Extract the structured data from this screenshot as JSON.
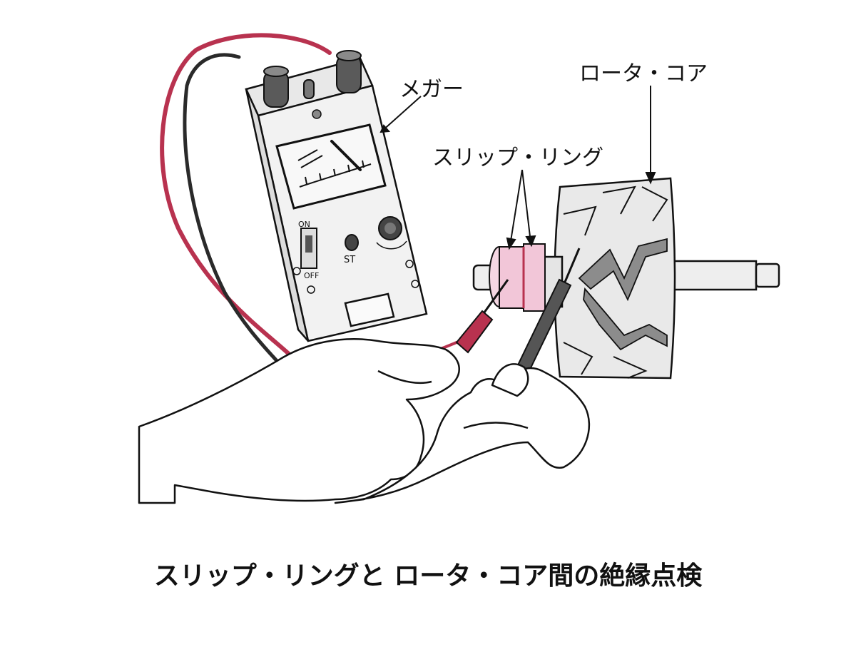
{
  "labels": {
    "megger": "メガー",
    "rotor_core": "ロータ・コア",
    "slip_ring": "スリップ・リング"
  },
  "meter_panel": {
    "on": "ON",
    "off": "OFF",
    "st": "ST"
  },
  "caption": "スリップ・リングと ロータ・コア間の絶縁点検",
  "colors": {
    "lead_red": "#b8324f",
    "lead_black": "#2a2a2a",
    "slip_ring": "#f2c6d8",
    "core_groove": "#8c8c8c"
  }
}
